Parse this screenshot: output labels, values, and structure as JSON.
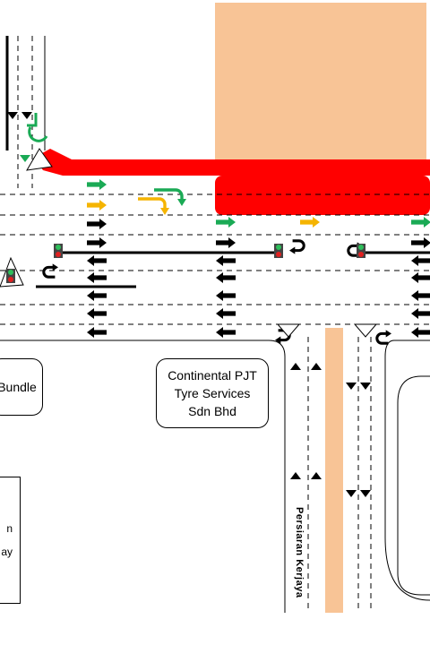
{
  "labels": {
    "bundle": "Bundle",
    "continental": [
      "Continental PJT",
      "Tyre Services",
      "Sdn Bhd"
    ],
    "left_box": [
      "n",
      "ay"
    ],
    "road": "Persiaran Kerjaya"
  },
  "colors": {
    "building": "#F8C496",
    "median_strip": "#F8C496",
    "barrier": "#FF0000",
    "arrow_black": "#000000",
    "arrow_green": "#1AAA55",
    "arrow_yellow": "#F5B400",
    "signal_green": "#2DBE5A",
    "signal_red": "#E02020"
  },
  "icons": [
    "straight-arrow-icon",
    "u-turn-arrow-icon",
    "left-turn-arrow-icon",
    "traffic-signal-icon",
    "yield-triangle-icon"
  ]
}
